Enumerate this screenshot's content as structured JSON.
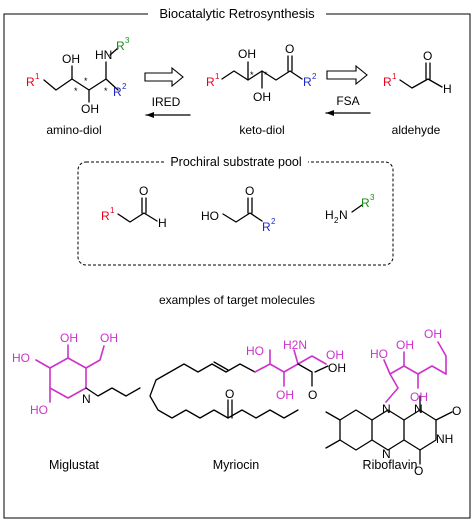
{
  "title": "Biocatalytic Retrosynthesis",
  "top_scheme": {
    "amino_diol": {
      "label": "amino-diol",
      "oh_top": "OH",
      "hn": "HN",
      "oh_bottom": "OH",
      "star": "*"
    },
    "keto_diol": {
      "label": "keto-diol",
      "oh_top": "OH",
      "o": "O",
      "oh_bottom": "OH",
      "star": "*"
    },
    "aldehyde": {
      "label": "aldehyde",
      "o": "O",
      "h": "H"
    },
    "enzyme_1": "IRED",
    "enzyme_2": "FSA"
  },
  "substrate_pool": {
    "title": "Prochiral substrate pool",
    "aldehyde": {
      "o": "O",
      "h": "H"
    },
    "hydroxyketone": {
      "ho": "HO",
      "o": "O"
    },
    "amine": {
      "h2n": "H",
      "n": "N"
    }
  },
  "groups": {
    "r": "R",
    "r1": "1",
    "r2": "2",
    "r3": "3"
  },
  "colors": {
    "r1": "#e8001c",
    "r2": "#1c27c8",
    "r3": "#1a8a1a",
    "highlight": "#cc33cc",
    "bond": "#000000"
  },
  "examples": {
    "heading": "examples of target molecules",
    "molecules": [
      {
        "name": "Miglustat"
      },
      {
        "name": "Myriocin"
      },
      {
        "name": "Riboflavin"
      }
    ],
    "miglustat_atoms": {
      "oh": "OH",
      "ho": "HO",
      "n": "N"
    },
    "myriocin_atoms": {
      "oh": "OH",
      "ho": "HO",
      "nh2": "H2N",
      "o": "O",
      "cooh": "OH"
    },
    "riboflavin_atoms": {
      "oh": "OH",
      "ho": "HO",
      "n": "N",
      "nh": "NH",
      "o": "O"
    }
  }
}
